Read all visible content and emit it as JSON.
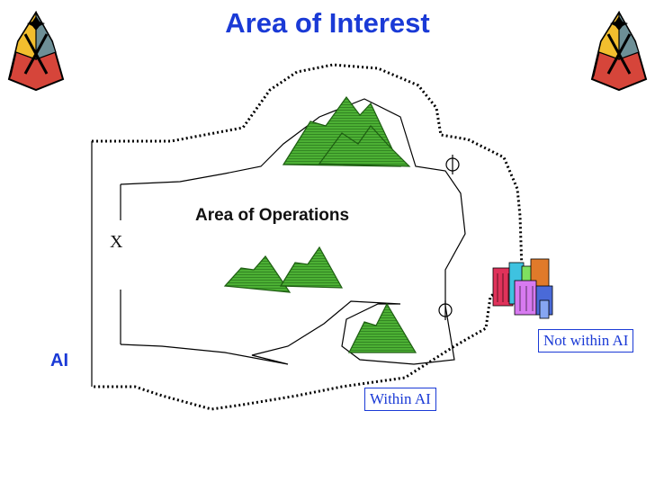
{
  "title": "Area of Interest",
  "labels": {
    "area_of_operations": "Area of Operations",
    "ai": "AI",
    "x_marker": "X",
    "not_within_ai": "Not within AI",
    "within_ai": "Within AI"
  },
  "icons": {
    "emblem_left": "unit-insignia-icon",
    "emblem_right": "unit-insignia-icon",
    "mountains": "mountain-icon",
    "city": "city-buildings-icon",
    "control_points": "circle-cross-icon"
  },
  "colors": {
    "title": "#1a3ad6",
    "mountain_fill": "#3aa028",
    "boundary": "#000000",
    "label_box_border": "#1a3ad6"
  }
}
